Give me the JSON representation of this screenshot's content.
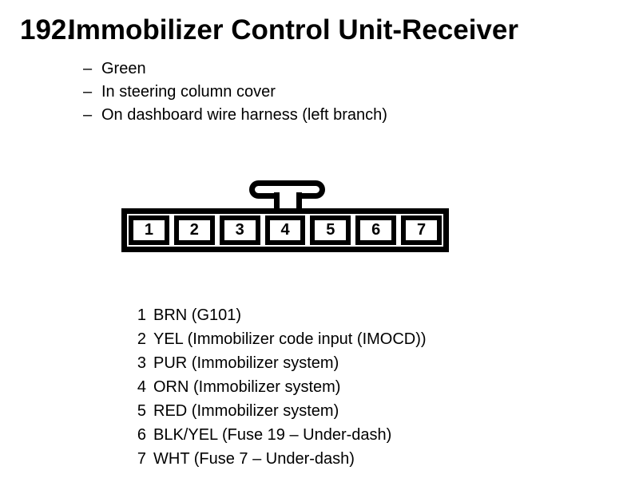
{
  "page": {
    "item_number": "192.",
    "title": "Immobilizer Control Unit-Receiver",
    "note_dash": "–",
    "notes": [
      "Green",
      "In steering column cover",
      "On dashboard wire harness (left branch)"
    ]
  },
  "connector": {
    "description": "7-pin connector, front view, latch tab above pin 4",
    "pins": [
      "1",
      "2",
      "3",
      "4",
      "5",
      "6",
      "7"
    ]
  },
  "pin_list": [
    {
      "pin": "1",
      "desc": "BRN (G101)"
    },
    {
      "pin": "2",
      "desc": "YEL (Immobilizer code input (IMOCD))"
    },
    {
      "pin": "3",
      "desc": "PUR (Immobilizer system)"
    },
    {
      "pin": "4",
      "desc": "ORN (Immobilizer system)"
    },
    {
      "pin": "5",
      "desc": "RED (Immobilizer system)"
    },
    {
      "pin": "6",
      "desc": "BLK/YEL (Fuse 19 – Under-dash)"
    },
    {
      "pin": "7",
      "desc": "WHT (Fuse 7 – Under-dash)"
    }
  ],
  "colors": {
    "ink": "#000000",
    "background": "#ffffff"
  }
}
